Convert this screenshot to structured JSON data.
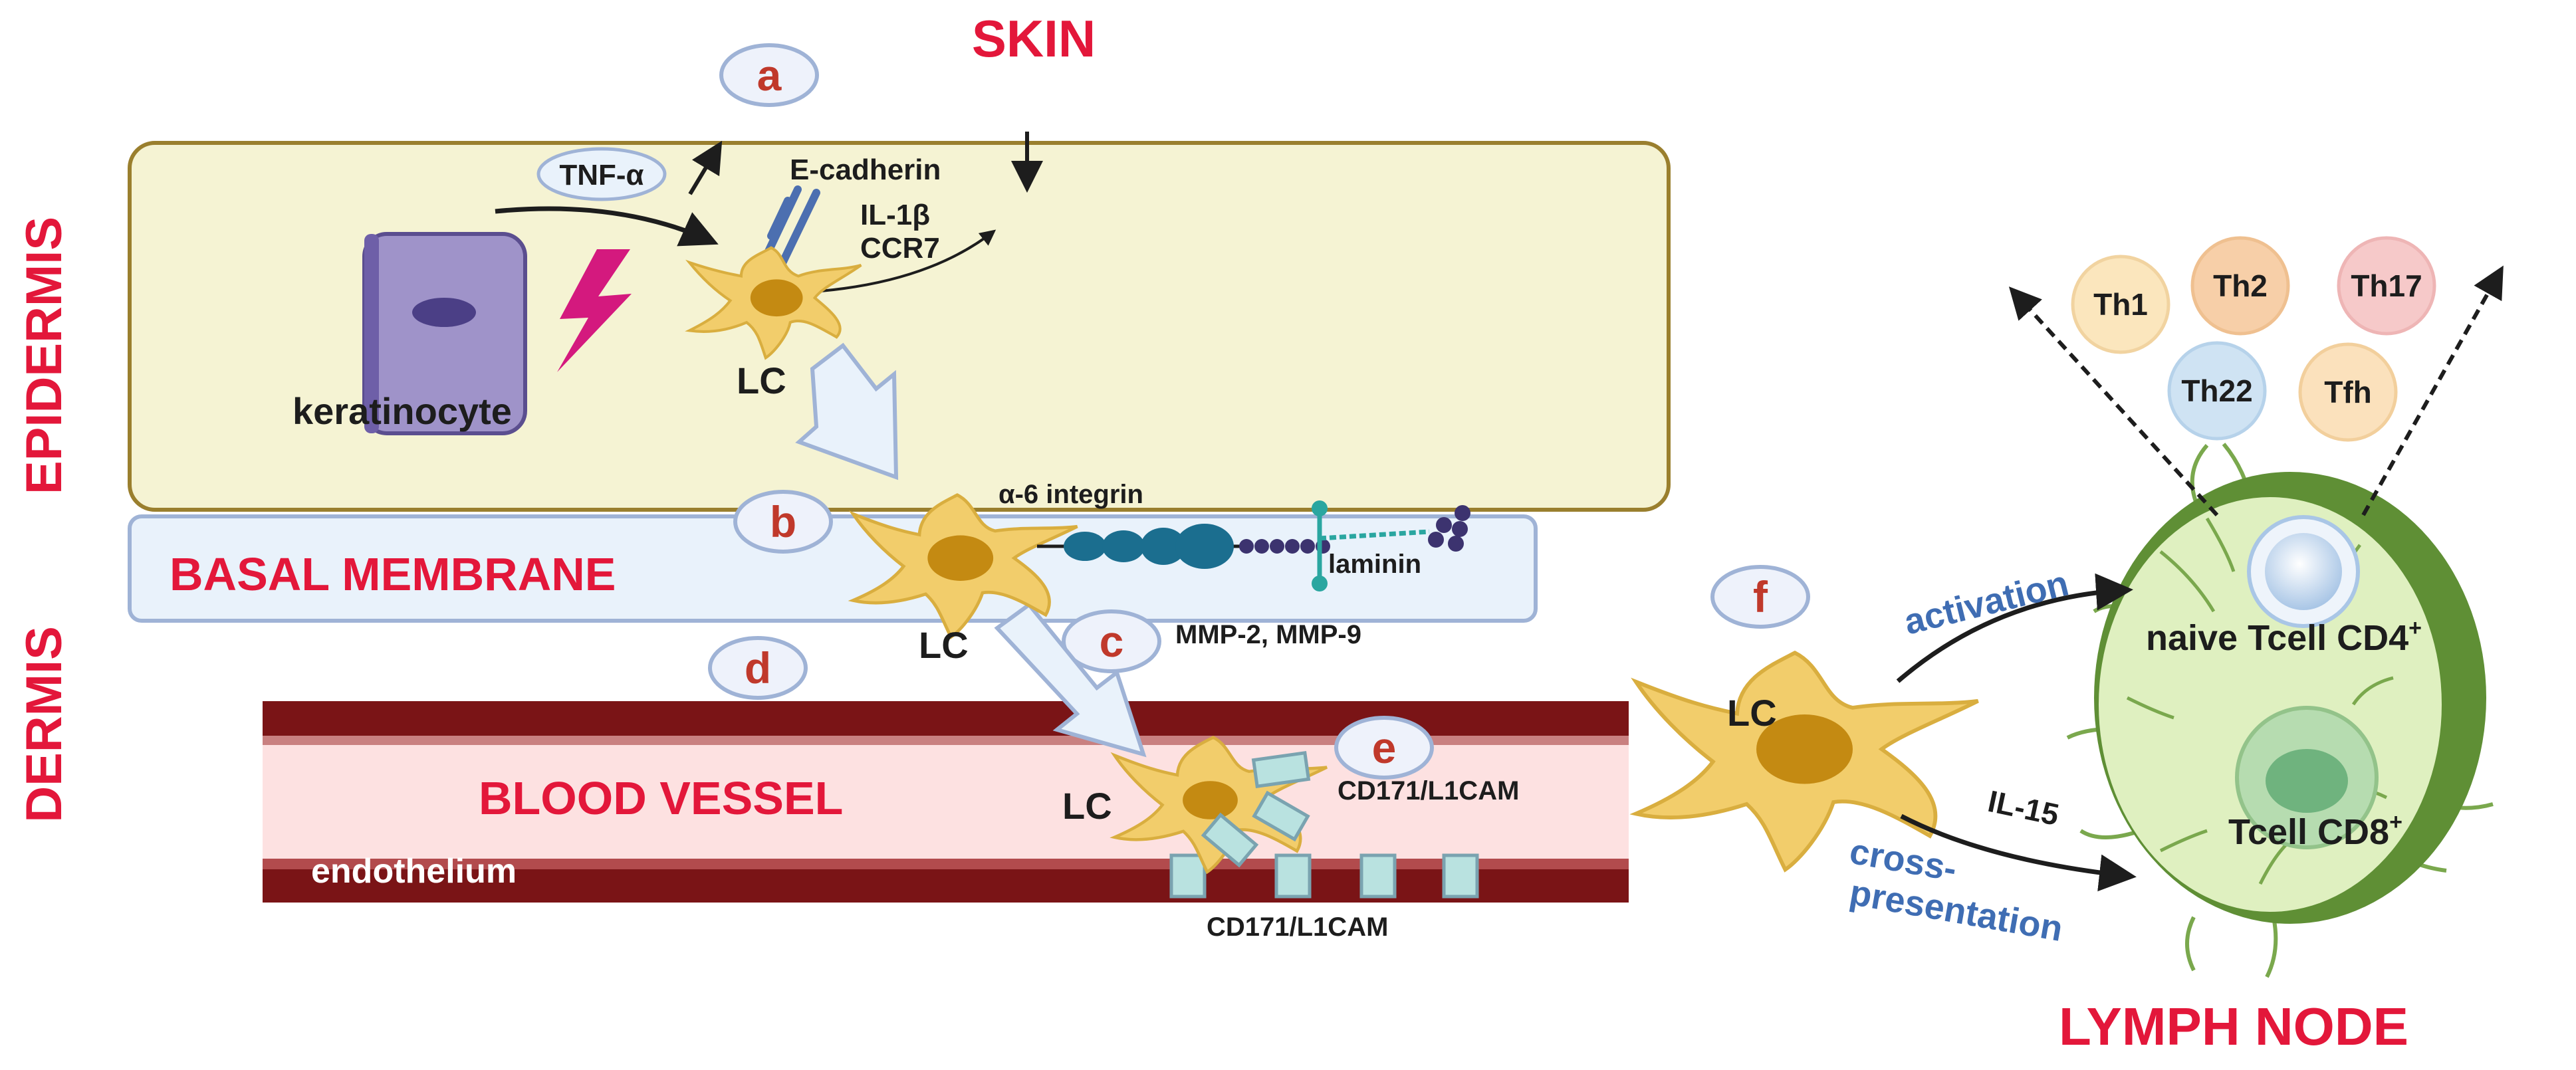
{
  "colors": {
    "title_red": "#e3173a",
    "label_blue": "#3f6db3",
    "epidermis_fill": "#f5f3d3",
    "epidermis_border": "#9a7f2e",
    "basal_fill": "#e9f2fb",
    "basal_border": "#9fb3d6",
    "vessel_dark": "#7a1416",
    "vessel_light": "#fde1e1",
    "lc_cell": "#f2cd6b",
    "lc_nucleus": "#c48a12",
    "keratinocyte": "#9f93c9",
    "lightning": "#d4197e",
    "node_fill": "#dff0c0",
    "node_border": "#5f8f35"
  },
  "titles": {
    "skin": "SKIN",
    "lymph_node": "LYMPH NODE"
  },
  "side_labels": {
    "epidermis": "EPIDERMIS",
    "dermis": "DERMIS"
  },
  "regions": {
    "basal_membrane": "BASAL MEMBRANE",
    "blood_vessel": "BLOOD VESSEL",
    "endothelium": "endothelium"
  },
  "steps": {
    "a": "a",
    "b": "b",
    "c": "c",
    "d": "d",
    "e": "e",
    "f": "f"
  },
  "molecules": {
    "tnf": "TNF-α",
    "e_cadherin": "E-cadherin",
    "il1b": "IL-1β",
    "ccr7": "CCR7",
    "a6_integrin": "α-6 integrin",
    "laminin": "laminin",
    "mmp": "MMP-2, MMP-9",
    "cd171_upper": "CD171/L1CAM",
    "cd171_lower": "CD171/L1CAM",
    "il15": "IL-15"
  },
  "cells": {
    "keratinocyte": "keratinocyte",
    "lc_epidermis": "LC",
    "lc_basal": "LC",
    "lc_vessel": "LC",
    "lc_node": "LC",
    "naive_t": "naive Tcell CD4",
    "naive_t_sup": "+",
    "cd8_t": "Tcell CD8",
    "cd8_t_sup": "+"
  },
  "t_subsets": [
    "Th1",
    "Th2",
    "Th17",
    "Th22",
    "Tfh"
  ],
  "processes": {
    "activation": "activation",
    "cross": "cross-",
    "presentation": "presentation"
  }
}
